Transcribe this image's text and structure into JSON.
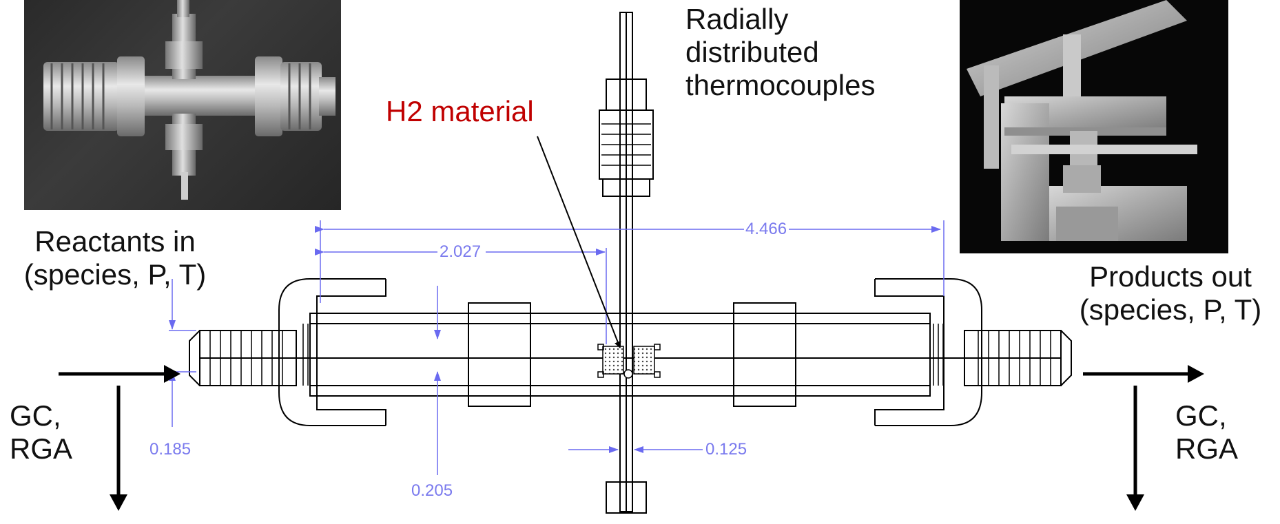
{
  "labels": {
    "thermocouples": "Radially\ndistributed\nthermocouples",
    "h2_material": "H2 material",
    "reactants_in": "Reactants in\n(species, P, T)",
    "products_out": "Products out\n(species, P, T)",
    "gc_rga_left": "GC,\nRGA",
    "gc_rga_right": "GC,\nRGA"
  },
  "dimensions": {
    "overall": "4.466",
    "half": "2.027",
    "port": "0.185",
    "bore": "0.205",
    "tc_diameter": "0.125"
  },
  "colors": {
    "drawing": "#000000",
    "dimension": "#6a6af0",
    "highlight": "#c00000"
  }
}
